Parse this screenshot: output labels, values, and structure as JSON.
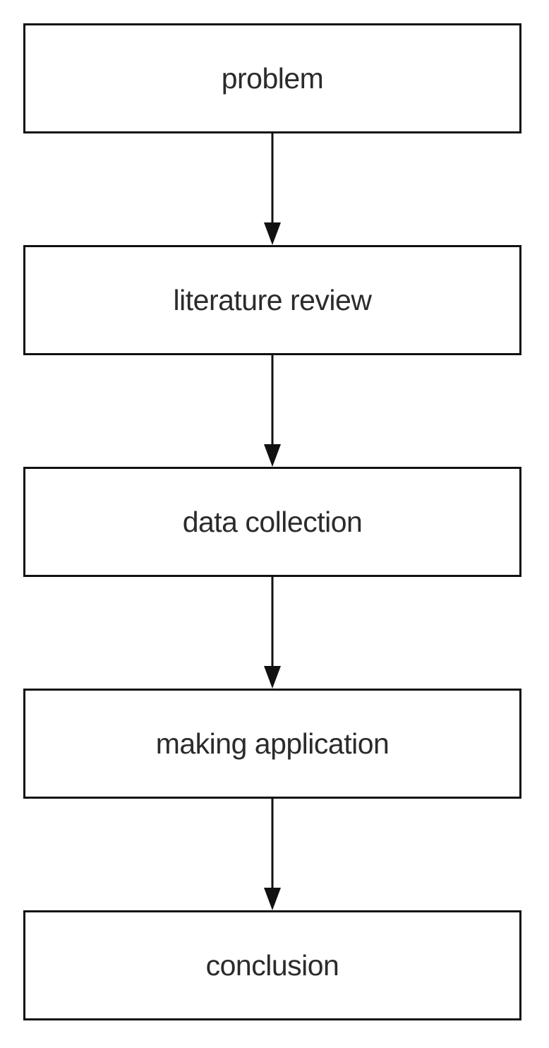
{
  "flowchart": {
    "steps": [
      {
        "label": "problem"
      },
      {
        "label": "literature review"
      },
      {
        "label": "data collection"
      },
      {
        "label": "making application"
      },
      {
        "label": "conclusion"
      }
    ],
    "colors": {
      "stroke": "#111111",
      "text": "#2b2b2b",
      "background": "#ffffff"
    }
  }
}
